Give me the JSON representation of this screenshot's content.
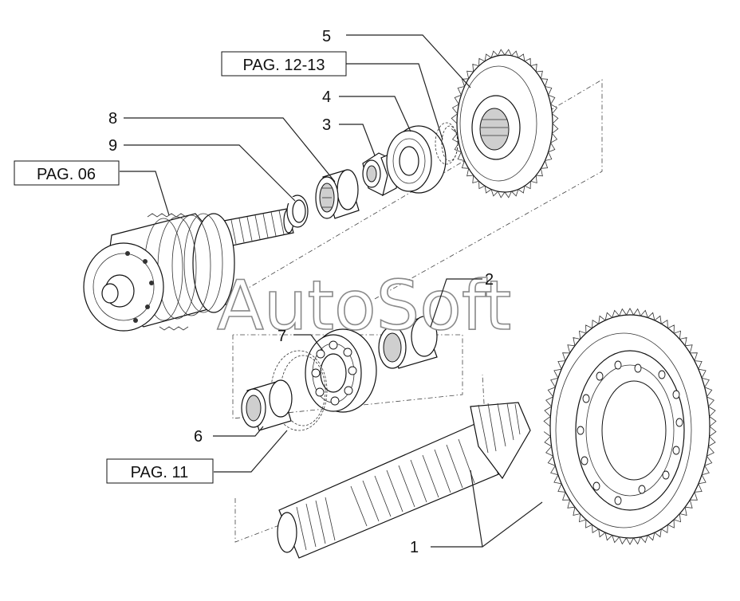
{
  "callouts": {
    "c1": "1",
    "c2": "2",
    "c3": "3",
    "c4": "4",
    "c5": "5",
    "c6": "6",
    "c7": "7",
    "c8": "8",
    "c9": "9"
  },
  "page_refs": {
    "pag_12_13": "PAG. 12-13",
    "pag_06": "PAG. 06",
    "pag_11": "PAG. 11"
  },
  "watermark": "AutoSoft",
  "colors": {
    "ink": "#111111",
    "paper": "#ffffff",
    "watermark_stroke": "#8a8a8a"
  }
}
